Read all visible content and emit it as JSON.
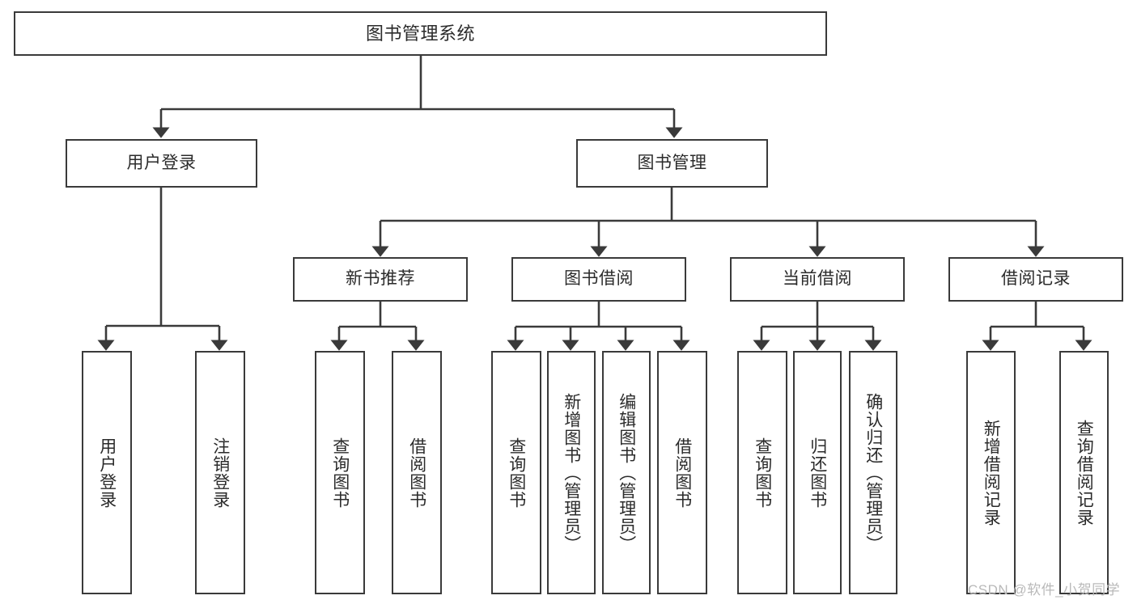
{
  "diagram": {
    "title": "图书管理系统",
    "type": "tree-hierarchy",
    "stroke_color": "#3a3a3a",
    "fill_color": "#ffffff",
    "text_color": "#2b2b2b"
  },
  "nodes": {
    "root": {
      "label": "图书管理系统"
    },
    "level2": [
      {
        "label": "用户登录"
      },
      {
        "label": "图书管理"
      }
    ],
    "level3": [
      {
        "label": "新书推荐"
      },
      {
        "label": "图书借阅"
      },
      {
        "label": "当前借阅"
      },
      {
        "label": "借阅记录"
      }
    ],
    "leaves": [
      {
        "label": "用户登录"
      },
      {
        "label": "注销登录"
      },
      {
        "label": "查询图书"
      },
      {
        "label": "借阅图书"
      },
      {
        "label": "查询图书"
      },
      {
        "label": "新增图书（管理员）"
      },
      {
        "label": "编辑图书（管理员）"
      },
      {
        "label": "借阅图书"
      },
      {
        "label": "查询图书"
      },
      {
        "label": "归还图书"
      },
      {
        "label": "确认归还（管理员）"
      },
      {
        "label": "新增借阅记录"
      },
      {
        "label": "查询借阅记录"
      }
    ]
  },
  "watermark": {
    "text": "CSDN @软件_小贺同学",
    "color": "#b9b9b9"
  }
}
